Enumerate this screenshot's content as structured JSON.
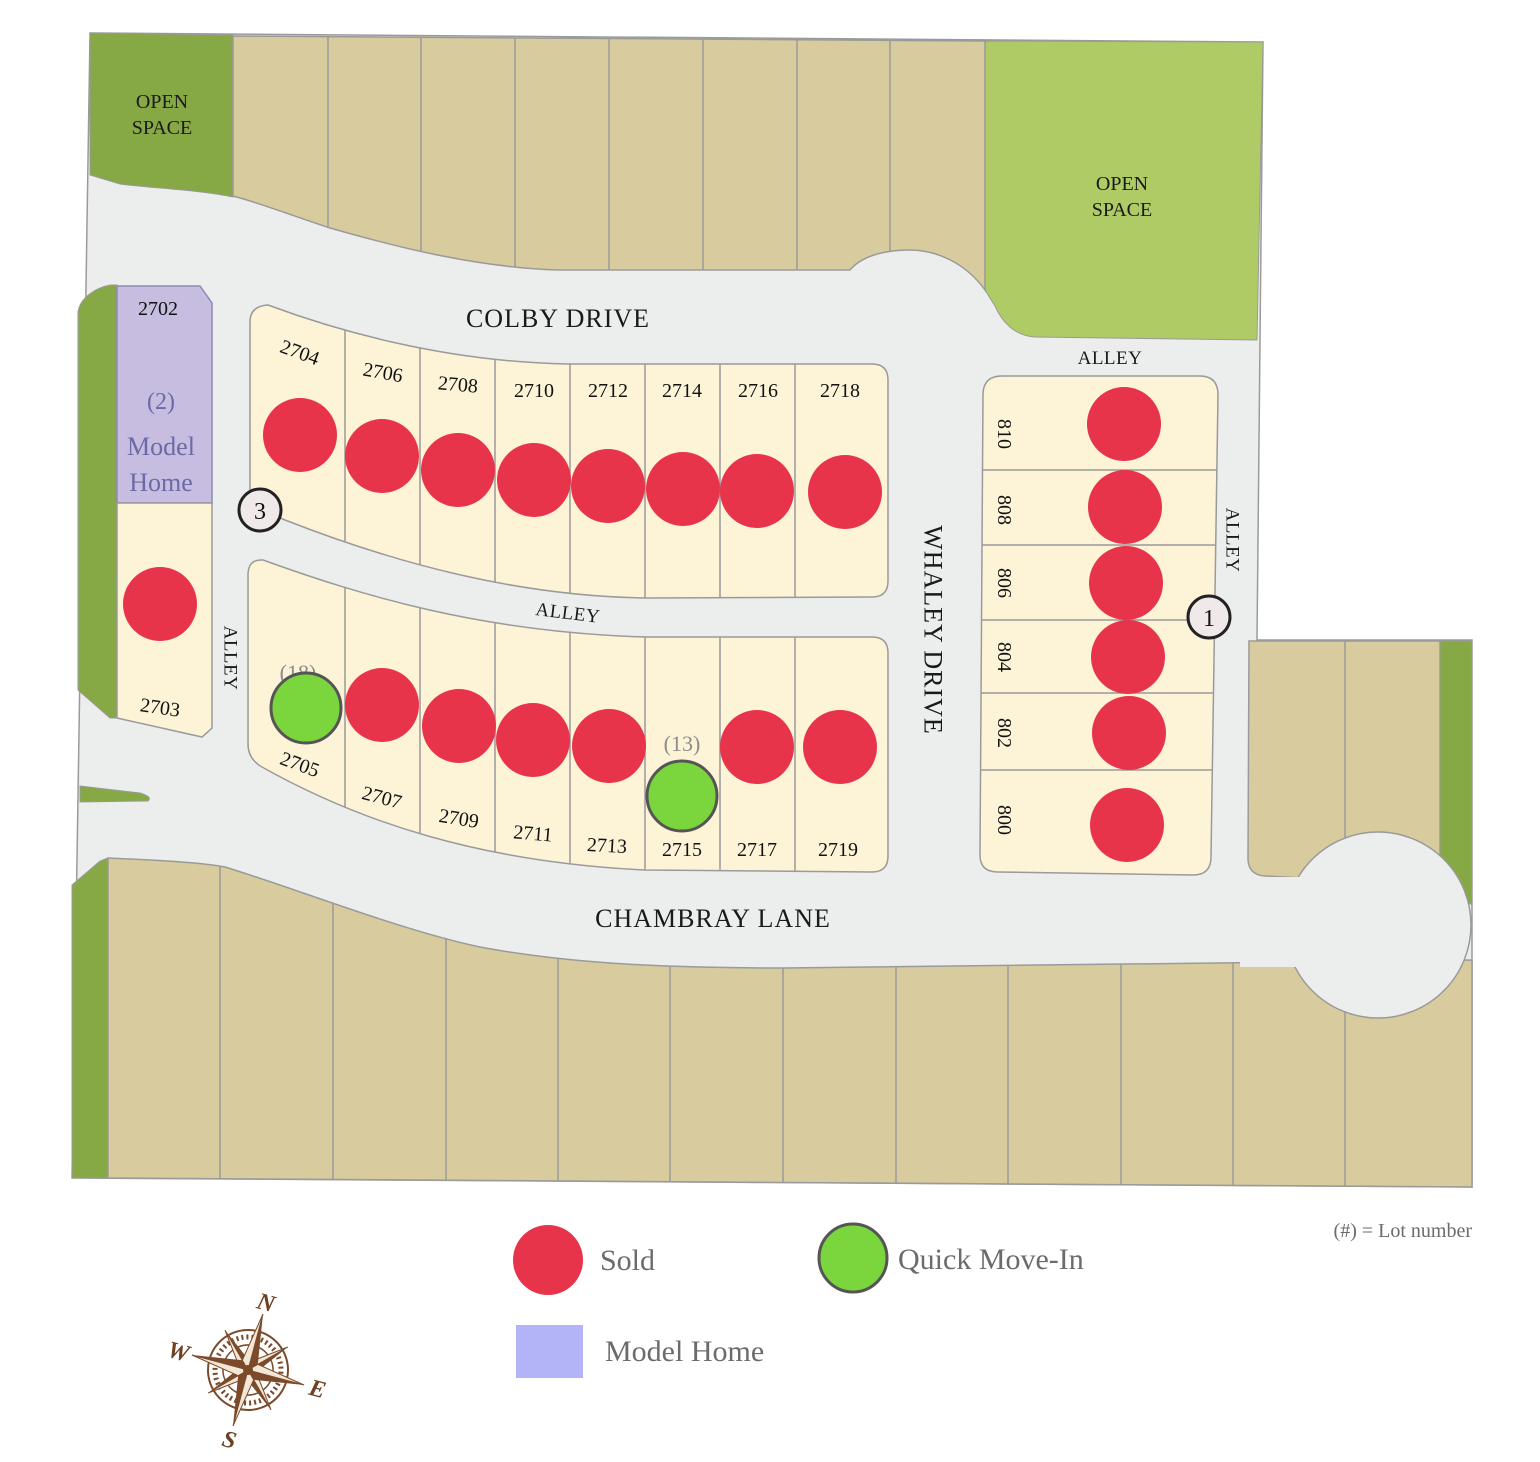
{
  "map": {
    "open_space_nw": {
      "line1": "OPEN",
      "line2": "SPACE"
    },
    "open_space_ne": {
      "line1": "OPEN",
      "line2": "SPACE"
    },
    "streets": {
      "colby_drive": "COLBY DRIVE",
      "whaley_drive": "WHALEY DRIVE",
      "chambray_lane": "CHAMBRAY LANE"
    },
    "alleys": {
      "north": "ALLEY",
      "east": "ALLEY",
      "center": "ALLEY",
      "west": "ALLEY"
    },
    "markers": {
      "west": "3",
      "east": "1"
    },
    "model_home": {
      "address": "2702",
      "lot_number": "(2)",
      "line1": "Model",
      "line2": "Home"
    },
    "lots": [
      {
        "address": "2703",
        "sold": true
      },
      {
        "address": "2704",
        "sold": true
      },
      {
        "address": "2706",
        "sold": true
      },
      {
        "address": "2708",
        "sold": true
      },
      {
        "address": "2710",
        "sold": true
      },
      {
        "address": "2712",
        "sold": true
      },
      {
        "address": "2714",
        "sold": true
      },
      {
        "address": "2716",
        "sold": true
      },
      {
        "address": "2718",
        "sold": true
      },
      {
        "address": "2705",
        "lot_number": "(18)",
        "quick_move_in": true
      },
      {
        "address": "2707",
        "sold": true
      },
      {
        "address": "2709",
        "sold": true
      },
      {
        "address": "2711",
        "sold": true
      },
      {
        "address": "2713",
        "sold": true
      },
      {
        "address": "2715",
        "lot_number": "(13)",
        "quick_move_in": true
      },
      {
        "address": "2717",
        "sold": true
      },
      {
        "address": "2719",
        "sold": true
      },
      {
        "address": "810",
        "sold": true
      },
      {
        "address": "808",
        "sold": true
      },
      {
        "address": "806",
        "sold": true
      },
      {
        "address": "804",
        "sold": true
      },
      {
        "address": "802",
        "sold": true
      },
      {
        "address": "800",
        "sold": true
      }
    ]
  },
  "legend": {
    "sold": "Sold",
    "quick_move_in": "Quick Move-In",
    "model_home": "Model Home",
    "note": "(#) = Lot number"
  },
  "compass": {
    "north": "N",
    "east": "E",
    "south": "S",
    "west": "W"
  },
  "colors": {
    "sold": "#e8344a",
    "quick_move_in": "#7ad63c",
    "model_home": "#b3b3f7"
  }
}
